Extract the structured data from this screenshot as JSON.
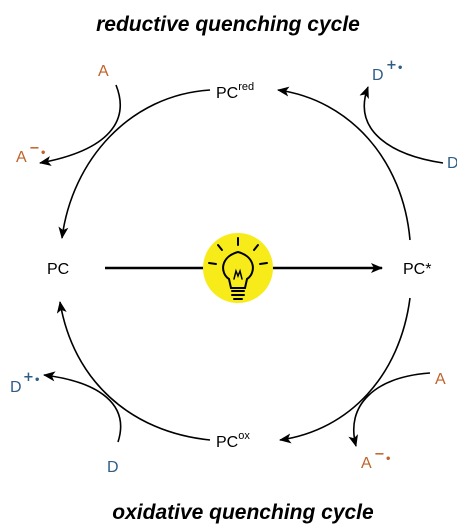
{
  "diagram": {
    "title_top": "reductive quenching cycle",
    "title_bottom": "oxidative quenching cycle",
    "nodes": {
      "pc": "PC",
      "pc_star": "PC*",
      "pc_red_base": "PC",
      "pc_red_sup": "red",
      "pc_ox_base": "PC",
      "pc_ox_sup": "ox"
    },
    "species": {
      "a": "A",
      "d": "D",
      "minus": "−",
      "plus": "+",
      "radical_dot": "•"
    },
    "colors": {
      "acceptor": "#c0622b",
      "donor": "#2e5e86",
      "bulb_glow": "#f7ec1a",
      "arrow": "#000000"
    },
    "icons": [
      "lightbulb-icon"
    ]
  }
}
